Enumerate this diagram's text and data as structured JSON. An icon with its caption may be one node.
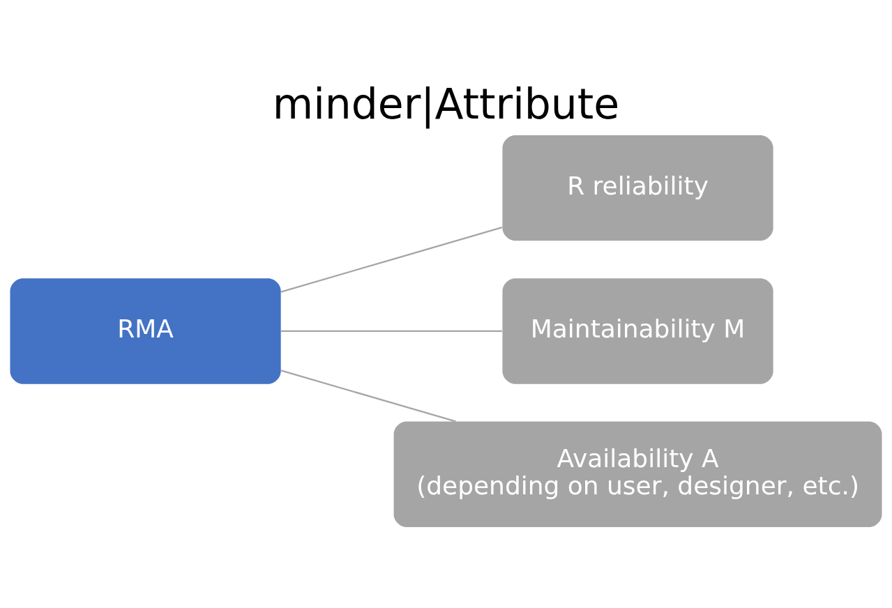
{
  "diagram": {
    "title": "minder|Attribute",
    "nodes": [
      {
        "text": [
          "RMA"
        ]
      },
      {
        "text": [
          "R reliability"
        ]
      },
      {
        "text": [
          "Maintainability M"
        ]
      },
      {
        "text": [
          "Availability A",
          "(depending on user, designer, etc.)"
        ]
      }
    ],
    "edges": [
      {
        "from": 0,
        "to": 1,
        "arrow": "none"
      },
      {
        "from": 0,
        "to": 2,
        "arrow": "none"
      },
      {
        "from": 0,
        "to": 3,
        "arrow": "none"
      }
    ]
  }
}
